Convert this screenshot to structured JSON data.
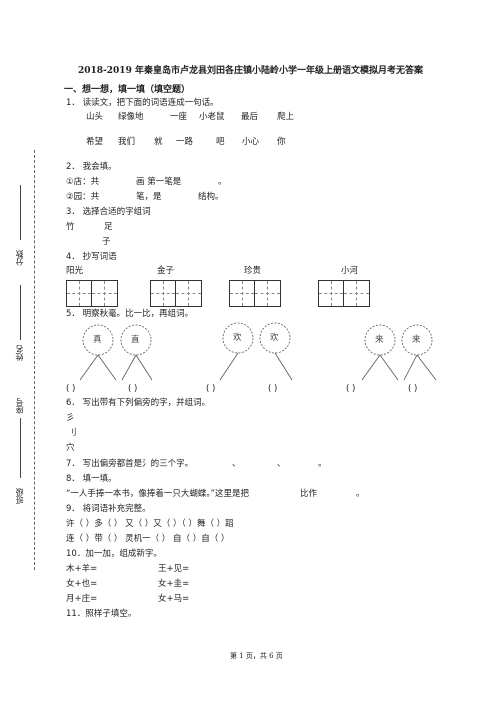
{
  "title": "2018-2019 年秦皇岛市卢龙县刘田各庄镇小陆岭小学一年级上册语文模拟月考无答案",
  "side": {
    "score": "分数",
    "name": "姓名",
    "id": "座号",
    "class": "班级"
  },
  "section1": "一、想一想，填一填（填空题）",
  "q1": {
    "stem": "1．  读读文，把下面的词语连成一句话。",
    "row1": [
      "山头",
      "绿像地",
      "一座",
      "小老鼠",
      "最后",
      "爬上"
    ],
    "row2": [
      "希望",
      "我们",
      "就",
      "一路",
      "吧",
      "小心",
      "你"
    ]
  },
  "q2": {
    "stem": "2．  我会填。",
    "line1a": "①店：共",
    "line1b": "画  第一笔是",
    "line1c": "。",
    "line2a": "②园：共",
    "line2b": "笔，是",
    "line2c": "结构。"
  },
  "q3": {
    "stem": "3．  选择合适的字组词",
    "line1a": "竹",
    "line1b": "足",
    "line2": "子"
  },
  "q4": {
    "stem": "4．  抄写词语",
    "words": [
      "阳光",
      "金子",
      "珍贵",
      "小河"
    ]
  },
  "q5": {
    "stem": "5．  明察秋毫。比一比，再组词。",
    "chars": [
      "真",
      "直",
      "欢",
      "欢",
      "来",
      "来"
    ],
    "paren": [
      "(      )",
      "(      )",
      "(      )",
      "(      )",
      "(      )",
      "(      )"
    ]
  },
  "q6": {
    "stem": "6．  写出带有下列偏旁的字，并组词。",
    "radicals": [
      "彡",
      "刂",
      "穴"
    ]
  },
  "q7": {
    "stem": "7．  写出偏旁都首是氵的三个字。",
    "sep1": "、",
    "sep2": "、",
    "end": "。"
  },
  "q8": {
    "stem": "8．  填一填。",
    "text": "“一人手捧一本书，像捧着一只大蝴蝶。”这里是把",
    "mid": "比作",
    "end": "。"
  },
  "q9": {
    "stem": "9．  将词语补充完整。",
    "line1": "许（      ）多（      ）    又（      ）又（      ）（      ）舞（      ）蹈",
    "line2": "连（      ）带（      ）    灵机一（      ）                    自（      ）自（      ）"
  },
  "q10": {
    "stem": "10．加一加，组成新字。",
    "items": [
      "木+羊=",
      "王+见=",
      "女+也=",
      "女+圭=",
      "月+庄=",
      "女+马="
    ]
  },
  "q11": {
    "stem": "11．照样子填空。"
  },
  "footer": "第 1 页，共 6 页"
}
